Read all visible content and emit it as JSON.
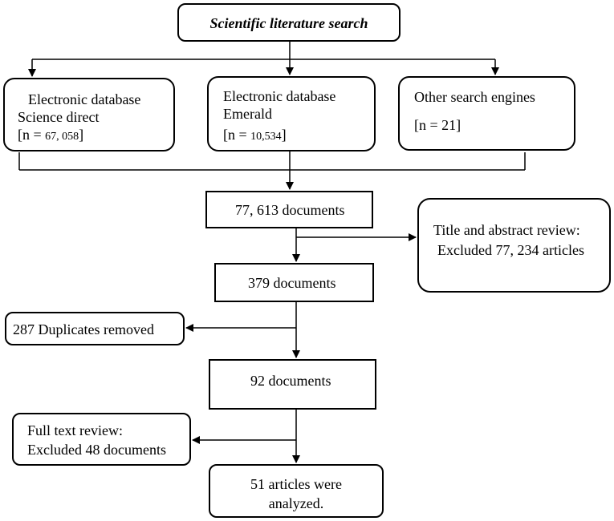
{
  "nodes": {
    "search": {
      "label": "Scientific literature search"
    },
    "science_direct": {
      "line1": "Electronic database",
      "line2": "Science direct",
      "count_prefix": "[n = ",
      "count_value": "67, 058",
      "count_suffix": "]"
    },
    "emerald": {
      "line1": "Electronic database",
      "line2": "Emerald",
      "count_prefix": "[n = ",
      "count_value": "10,534",
      "count_suffix": "]"
    },
    "other": {
      "line1": "Other search engines",
      "count": "[n = 21]"
    },
    "docs_77613": {
      "label": "77, 613 documents"
    },
    "title_abstract": {
      "line1": "Title and abstract review:",
      "line2": "Excluded 77, 234 articles"
    },
    "docs_379": {
      "label": "379 documents"
    },
    "duplicates": {
      "label": "287 Duplicates removed"
    },
    "docs_92": {
      "label": "92 documents"
    },
    "full_text": {
      "line1": "Full text review:",
      "line2": "Excluded 48 documents"
    },
    "final": {
      "line1": "51 articles were",
      "line2": "analyzed."
    }
  }
}
